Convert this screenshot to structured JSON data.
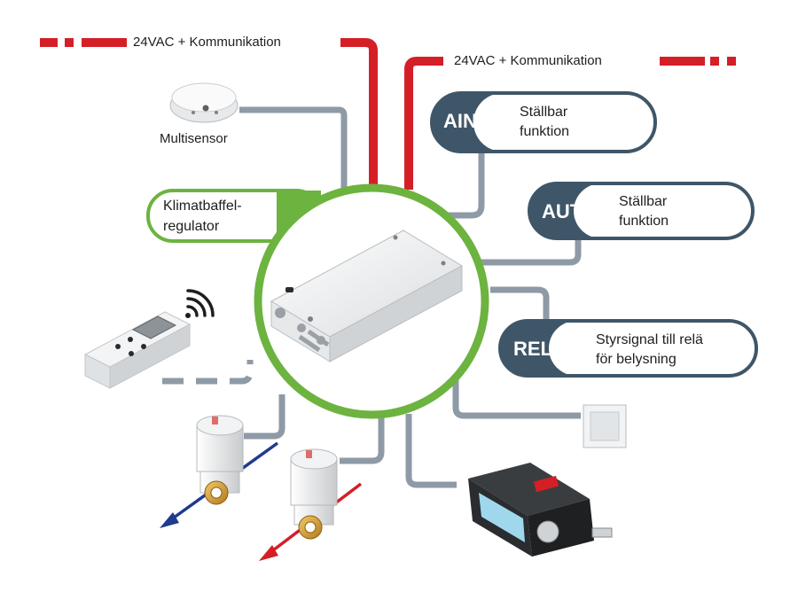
{
  "power_left": {
    "label": "24VAC + Kommunikation",
    "color": "#d41f26"
  },
  "power_right": {
    "label": "24VAC + Kommunikation",
    "color": "#d41f26"
  },
  "multisensor": {
    "label": "Multisensor"
  },
  "controller": {
    "label_line1": "Klimatbaffel-",
    "label_line2": "regulator",
    "ring_color": "#6db33f"
  },
  "ain": {
    "head": "AIN",
    "text_line1": "Ställbar",
    "text_line2": "funktion"
  },
  "aut": {
    "head": "AUT",
    "text_line1": "Ställbar",
    "text_line2": "funktion"
  },
  "rela": {
    "head": "RELÄ",
    "text_line1": "Styrsignal till relä",
    "text_line2": "för belysning"
  },
  "colors": {
    "pill_dark": "#3f5668",
    "connector": "#8e9aa5",
    "cold_arrow": "#1e3b8f",
    "hot_arrow": "#d41f26"
  },
  "icons": [
    "multisensor-icon",
    "thermostat-icon",
    "wifi-icon",
    "valve-actuator-icon",
    "light-switch-icon",
    "damper-actuator-icon",
    "controller-box-icon"
  ]
}
